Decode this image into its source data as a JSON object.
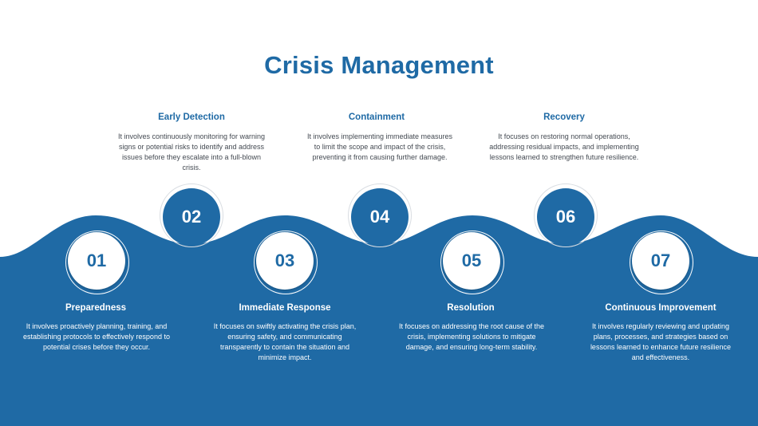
{
  "title": "Crisis Management",
  "colors": {
    "primary": "#1f6aa5",
    "background": "#ffffff",
    "text": "#444a52"
  },
  "steps": [
    {
      "number": "01",
      "title": "Preparedness",
      "description": "It involves proactively planning, training, and establishing protocols to effectively respond to potential crises before they occur."
    },
    {
      "number": "02",
      "title": "Early Detection",
      "description": "It involves continuously monitoring for warning signs or potential risks to identify and address issues before they escalate into a full-blown crisis."
    },
    {
      "number": "03",
      "title": "Immediate Response",
      "description": "It focuses on swiftly activating the crisis plan, ensuring safety, and communicating transparently to contain the situation and minimize impact."
    },
    {
      "number": "04",
      "title": "Containment",
      "description": "It involves implementing immediate measures to limit the scope and impact of the crisis, preventing it from causing further damage."
    },
    {
      "number": "05",
      "title": "Resolution",
      "description": "It focuses on addressing the root cause of the crisis, implementing solutions to mitigate damage, and ensuring long-term stability."
    },
    {
      "number": "06",
      "title": "Recovery",
      "description": "It focuses on restoring normal operations, addressing residual impacts, and implementing lessons learned to strengthen future resilience."
    },
    {
      "number": "07",
      "title": "Continuous Improvement",
      "description": "It involves regularly reviewing and updating plans, processes, and strategies based on lessons learned to enhance future resilience and effectiveness."
    }
  ]
}
